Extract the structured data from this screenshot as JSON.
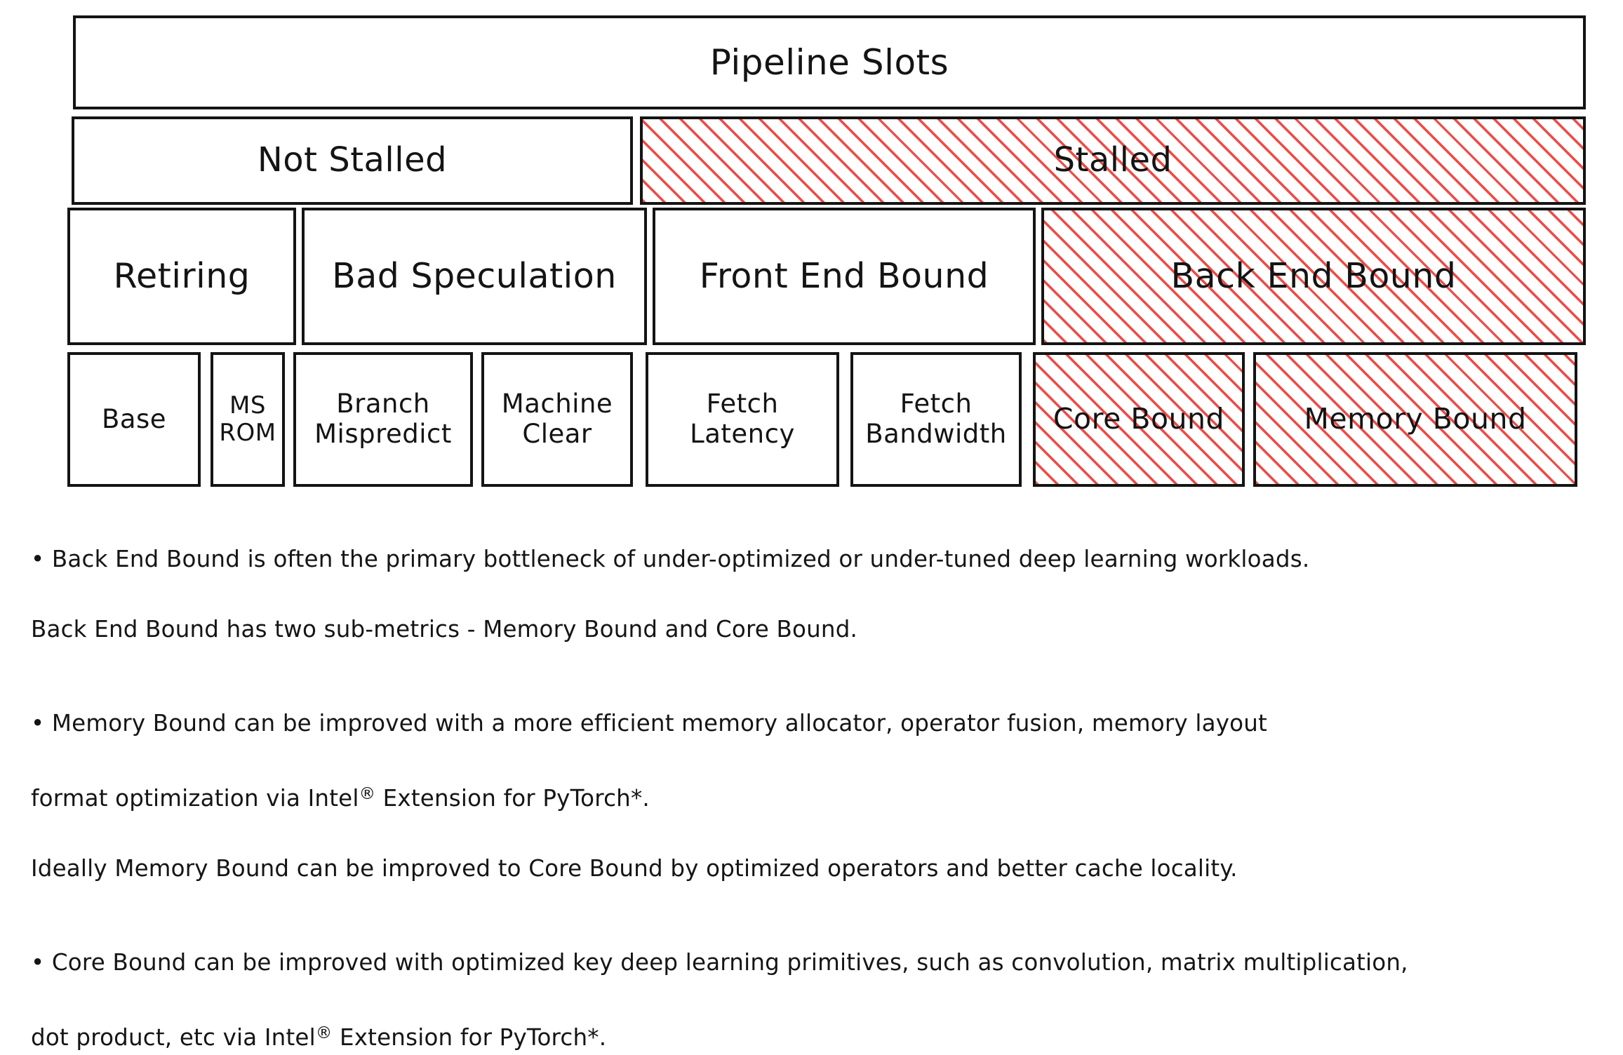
{
  "diagram": {
    "title_row": {
      "label": "Pipeline Slots"
    },
    "level2": [
      {
        "label": "Not Stalled",
        "hatched": false
      },
      {
        "label": "Stalled",
        "hatched": true
      }
    ],
    "level3": [
      {
        "label": "Retiring",
        "hatched": false
      },
      {
        "label": "Bad Speculation",
        "hatched": false
      },
      {
        "label": "Front End Bound",
        "hatched": false
      },
      {
        "label": "Back End Bound",
        "hatched": true
      }
    ],
    "level4": [
      {
        "label": "Base",
        "hatched": false
      },
      {
        "label": "MS\nROM",
        "hatched": false
      },
      {
        "label": "Branch\nMispredict",
        "hatched": false
      },
      {
        "label": "Machine\nClear",
        "hatched": false
      },
      {
        "label": "Fetch\nLatency",
        "hatched": false
      },
      {
        "label": "Fetch\nBandwidth",
        "hatched": false
      },
      {
        "label": "Core Bound",
        "hatched": true
      },
      {
        "label": "Memory Bound",
        "hatched": true
      }
    ],
    "colors": {
      "stroke": "#141414",
      "hatch": "#ef4a46",
      "background": "#ffffff"
    }
  },
  "notes": {
    "bullet_1_line_1": "• Back End Bound is often the primary bottleneck of under-optimized or under-tuned deep learning workloads.",
    "bullet_1_line_2": "Back End Bound has two sub-metrics - Memory Bound and Core Bound.",
    "bullet_2_line_1": "• Memory Bound can be improved with a more efficient memory allocator, operator fusion, memory layout",
    "bullet_2_line_2_a": "format optimization via Intel",
    "bullet_2_line_2_reg": "®",
    "bullet_2_line_2_b": " Extension for PyTorch*.",
    "bullet_2_line_3": "Ideally Memory Bound can be improved to Core Bound by optimized operators and better cache locality.",
    "bullet_3_line_1": "• Core Bound can be improved with optimized key deep learning primitives, such as convolution, matrix multiplication,",
    "bullet_3_line_2_a": "dot product, etc via Intel",
    "bullet_3_line_2_reg": "®",
    "bullet_3_line_2_b": " Extension for PyTorch*."
  }
}
